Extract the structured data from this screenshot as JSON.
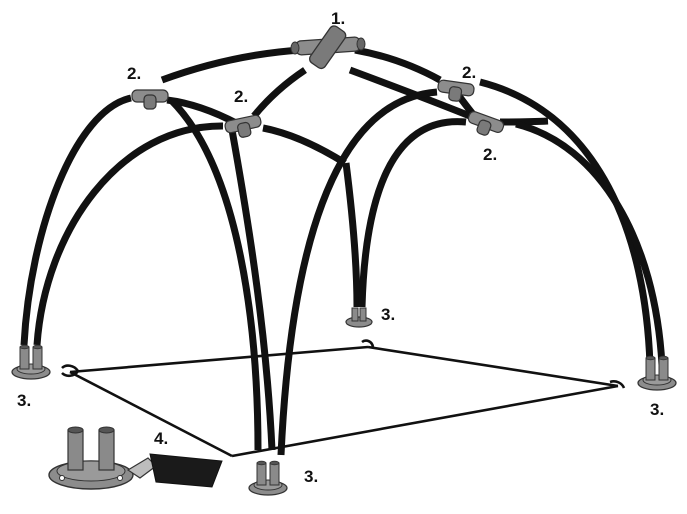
{
  "callouts": {
    "apex_connector": "1.",
    "corner_connector": "2.",
    "foot_base": "3.",
    "stake_base": "4."
  },
  "colors": {
    "line": "#111111",
    "connector_fill": "#8c8c8c",
    "connector_stroke": "#333333",
    "background": "#ffffff"
  }
}
